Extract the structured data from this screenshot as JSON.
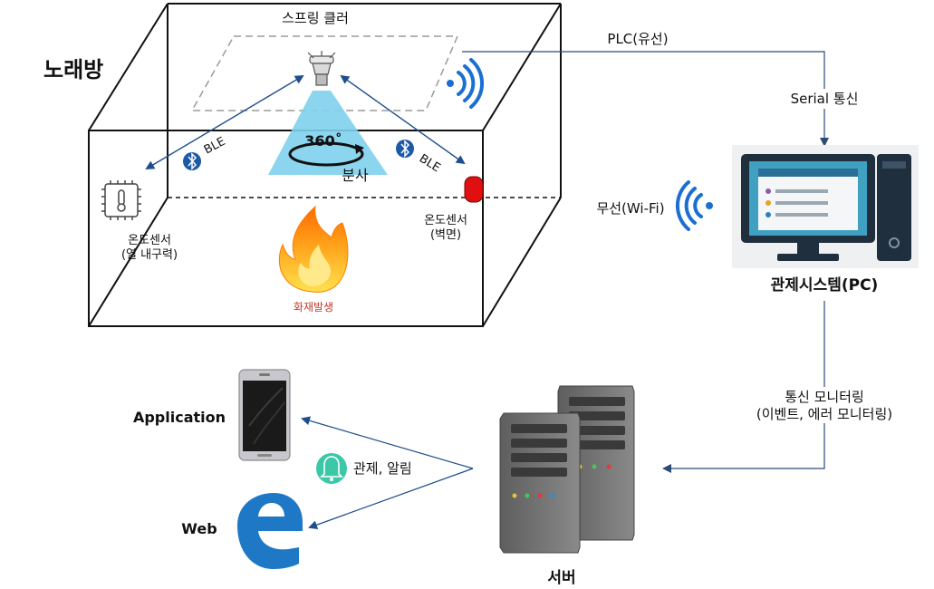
{
  "room": {
    "title": "노래방",
    "sprinkler_label": "스프링 클러",
    "spray_angle": "360˚",
    "spray_label": "분사",
    "ble_left": "BLE",
    "ble_right": "BLE",
    "sensor_left_line1": "온도센서",
    "sensor_left_line2": "(열 내구력)",
    "sensor_right_line1": "온도센서",
    "sensor_right_line2": "(벽면)",
    "fire_label": "화재발생"
  },
  "links": {
    "plc_label": "PLC(유선)",
    "serial_label": "Serial 통신",
    "wifi_label": "무선(Wi-Fi)",
    "monitor_line1": "통신 모니터링",
    "monitor_line2": "(이벤트, 에러 모니터링)",
    "alarm_label": "관제, 알림"
  },
  "pc": {
    "label": "관제시스템(PC)"
  },
  "server": {
    "label": "서버"
  },
  "clients": {
    "app_label": "Application",
    "web_label": "Web"
  },
  "colors": {
    "fire_text": "#c0392b",
    "arrow_blue": "#1f4e8c",
    "spray": "#7fd0ec",
    "ble": "#1d5aa6",
    "wifi": "#1a6fd1",
    "sensor_red": "#e01010"
  }
}
